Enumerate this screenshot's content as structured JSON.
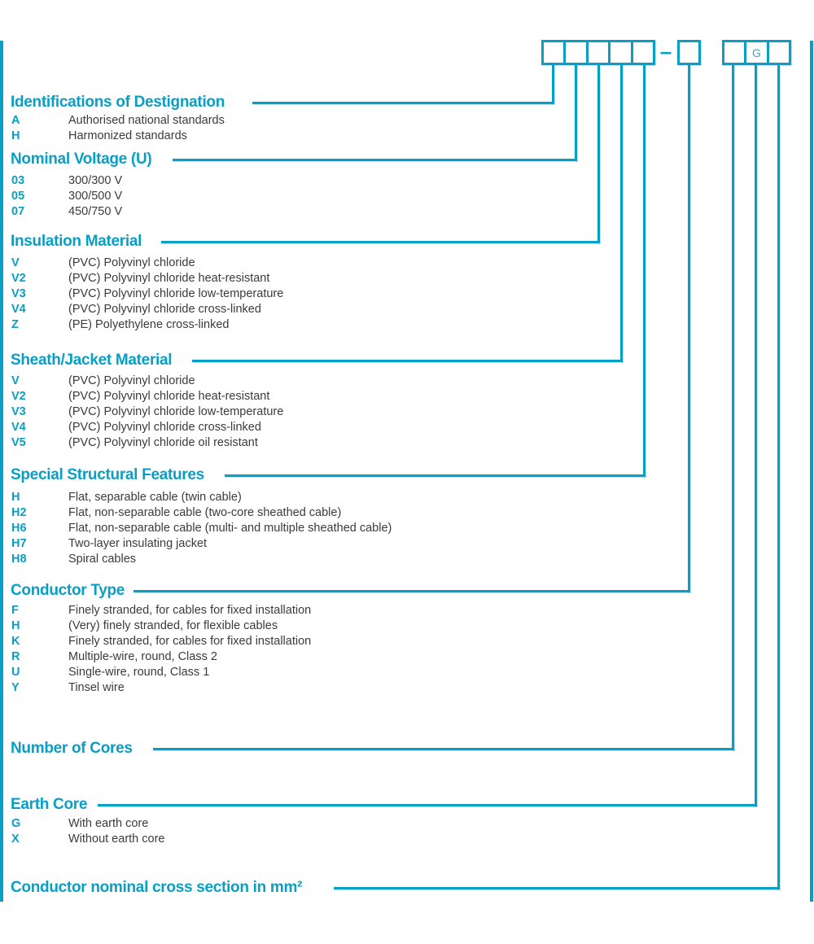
{
  "colors": {
    "accent": "#089fc6",
    "text": "#3b3b3b"
  },
  "code_boxes": {
    "separator": "–",
    "groups": [
      {
        "name": "main-code-boxes",
        "cells": [
          "",
          "",
          "",
          "",
          ""
        ]
      },
      {
        "name": "conductor-type-box",
        "cells": [
          ""
        ]
      },
      {
        "name": "cores-earth-section-boxes",
        "cells": [
          "",
          "G",
          ""
        ]
      }
    ]
  },
  "sections": [
    {
      "title": "Identifications of Destignation",
      "items": [
        {
          "code": "A",
          "description": "Authorised national standards"
        },
        {
          "code": "H",
          "description": "Harmonized standards"
        }
      ]
    },
    {
      "title": "Nominal Voltage (U)",
      "items": [
        {
          "code": "03",
          "description": "300/300 V"
        },
        {
          "code": "05",
          "description": "300/500 V"
        },
        {
          "code": "07",
          "description": "450/750 V"
        }
      ]
    },
    {
      "title": "Insulation Material",
      "items": [
        {
          "code": "V",
          "description": "(PVC) Polyvinyl chloride"
        },
        {
          "code": "V2",
          "description": "(PVC) Polyvinyl chloride heat-resistant"
        },
        {
          "code": "V3",
          "description": "(PVC) Polyvinyl chloride low-temperature"
        },
        {
          "code": "V4",
          "description": "(PVC) Polyvinyl chloride cross-linked"
        },
        {
          "code": "Z",
          "description": "(PE) Polyethylene cross-linked"
        }
      ]
    },
    {
      "title": "Sheath/Jacket Material",
      "items": [
        {
          "code": "V",
          "description": "(PVC) Polyvinyl chloride"
        },
        {
          "code": "V2",
          "description": "(PVC) Polyvinyl chloride heat-resistant"
        },
        {
          "code": "V3",
          "description": "(PVC) Polyvinyl chloride low-temperature"
        },
        {
          "code": "V4",
          "description": "(PVC) Polyvinyl chloride cross-linked"
        },
        {
          "code": "V5",
          "description": "(PVC) Polyvinyl chloride oil resistant"
        }
      ]
    },
    {
      "title": "Special Structural Features",
      "items": [
        {
          "code": "H",
          "description": "Flat, separable cable (twin cable)"
        },
        {
          "code": "H2",
          "description": "Flat, non-separable cable (two-core sheathed cable)"
        },
        {
          "code": "H6",
          "description": "Flat, non-separable cable (multi- and multiple sheathed cable)"
        },
        {
          "code": "H7",
          "description": "Two-layer insulating jacket"
        },
        {
          "code": "H8",
          "description": "Spiral cables"
        }
      ]
    },
    {
      "title": "Conductor Type",
      "items": [
        {
          "code": "F",
          "description": "Finely stranded, for cables for fixed installation"
        },
        {
          "code": "H",
          "description": "(Very) finely stranded, for flexible cables"
        },
        {
          "code": "K",
          "description": "Finely stranded, for cables for fixed installation"
        },
        {
          "code": "R",
          "description": "Multiple-wire, round, Class 2"
        },
        {
          "code": "U",
          "description": "Single-wire, round, Class 1"
        },
        {
          "code": "Y",
          "description": "Tinsel wire"
        }
      ]
    },
    {
      "title": "Number of Cores",
      "items": []
    },
    {
      "title": "Earth Core",
      "items": [
        {
          "code": "G",
          "description": "With earth core"
        },
        {
          "code": "X",
          "description": "Without earth core"
        }
      ]
    },
    {
      "title": "Conductor nominal cross section in mm²",
      "items": []
    }
  ]
}
